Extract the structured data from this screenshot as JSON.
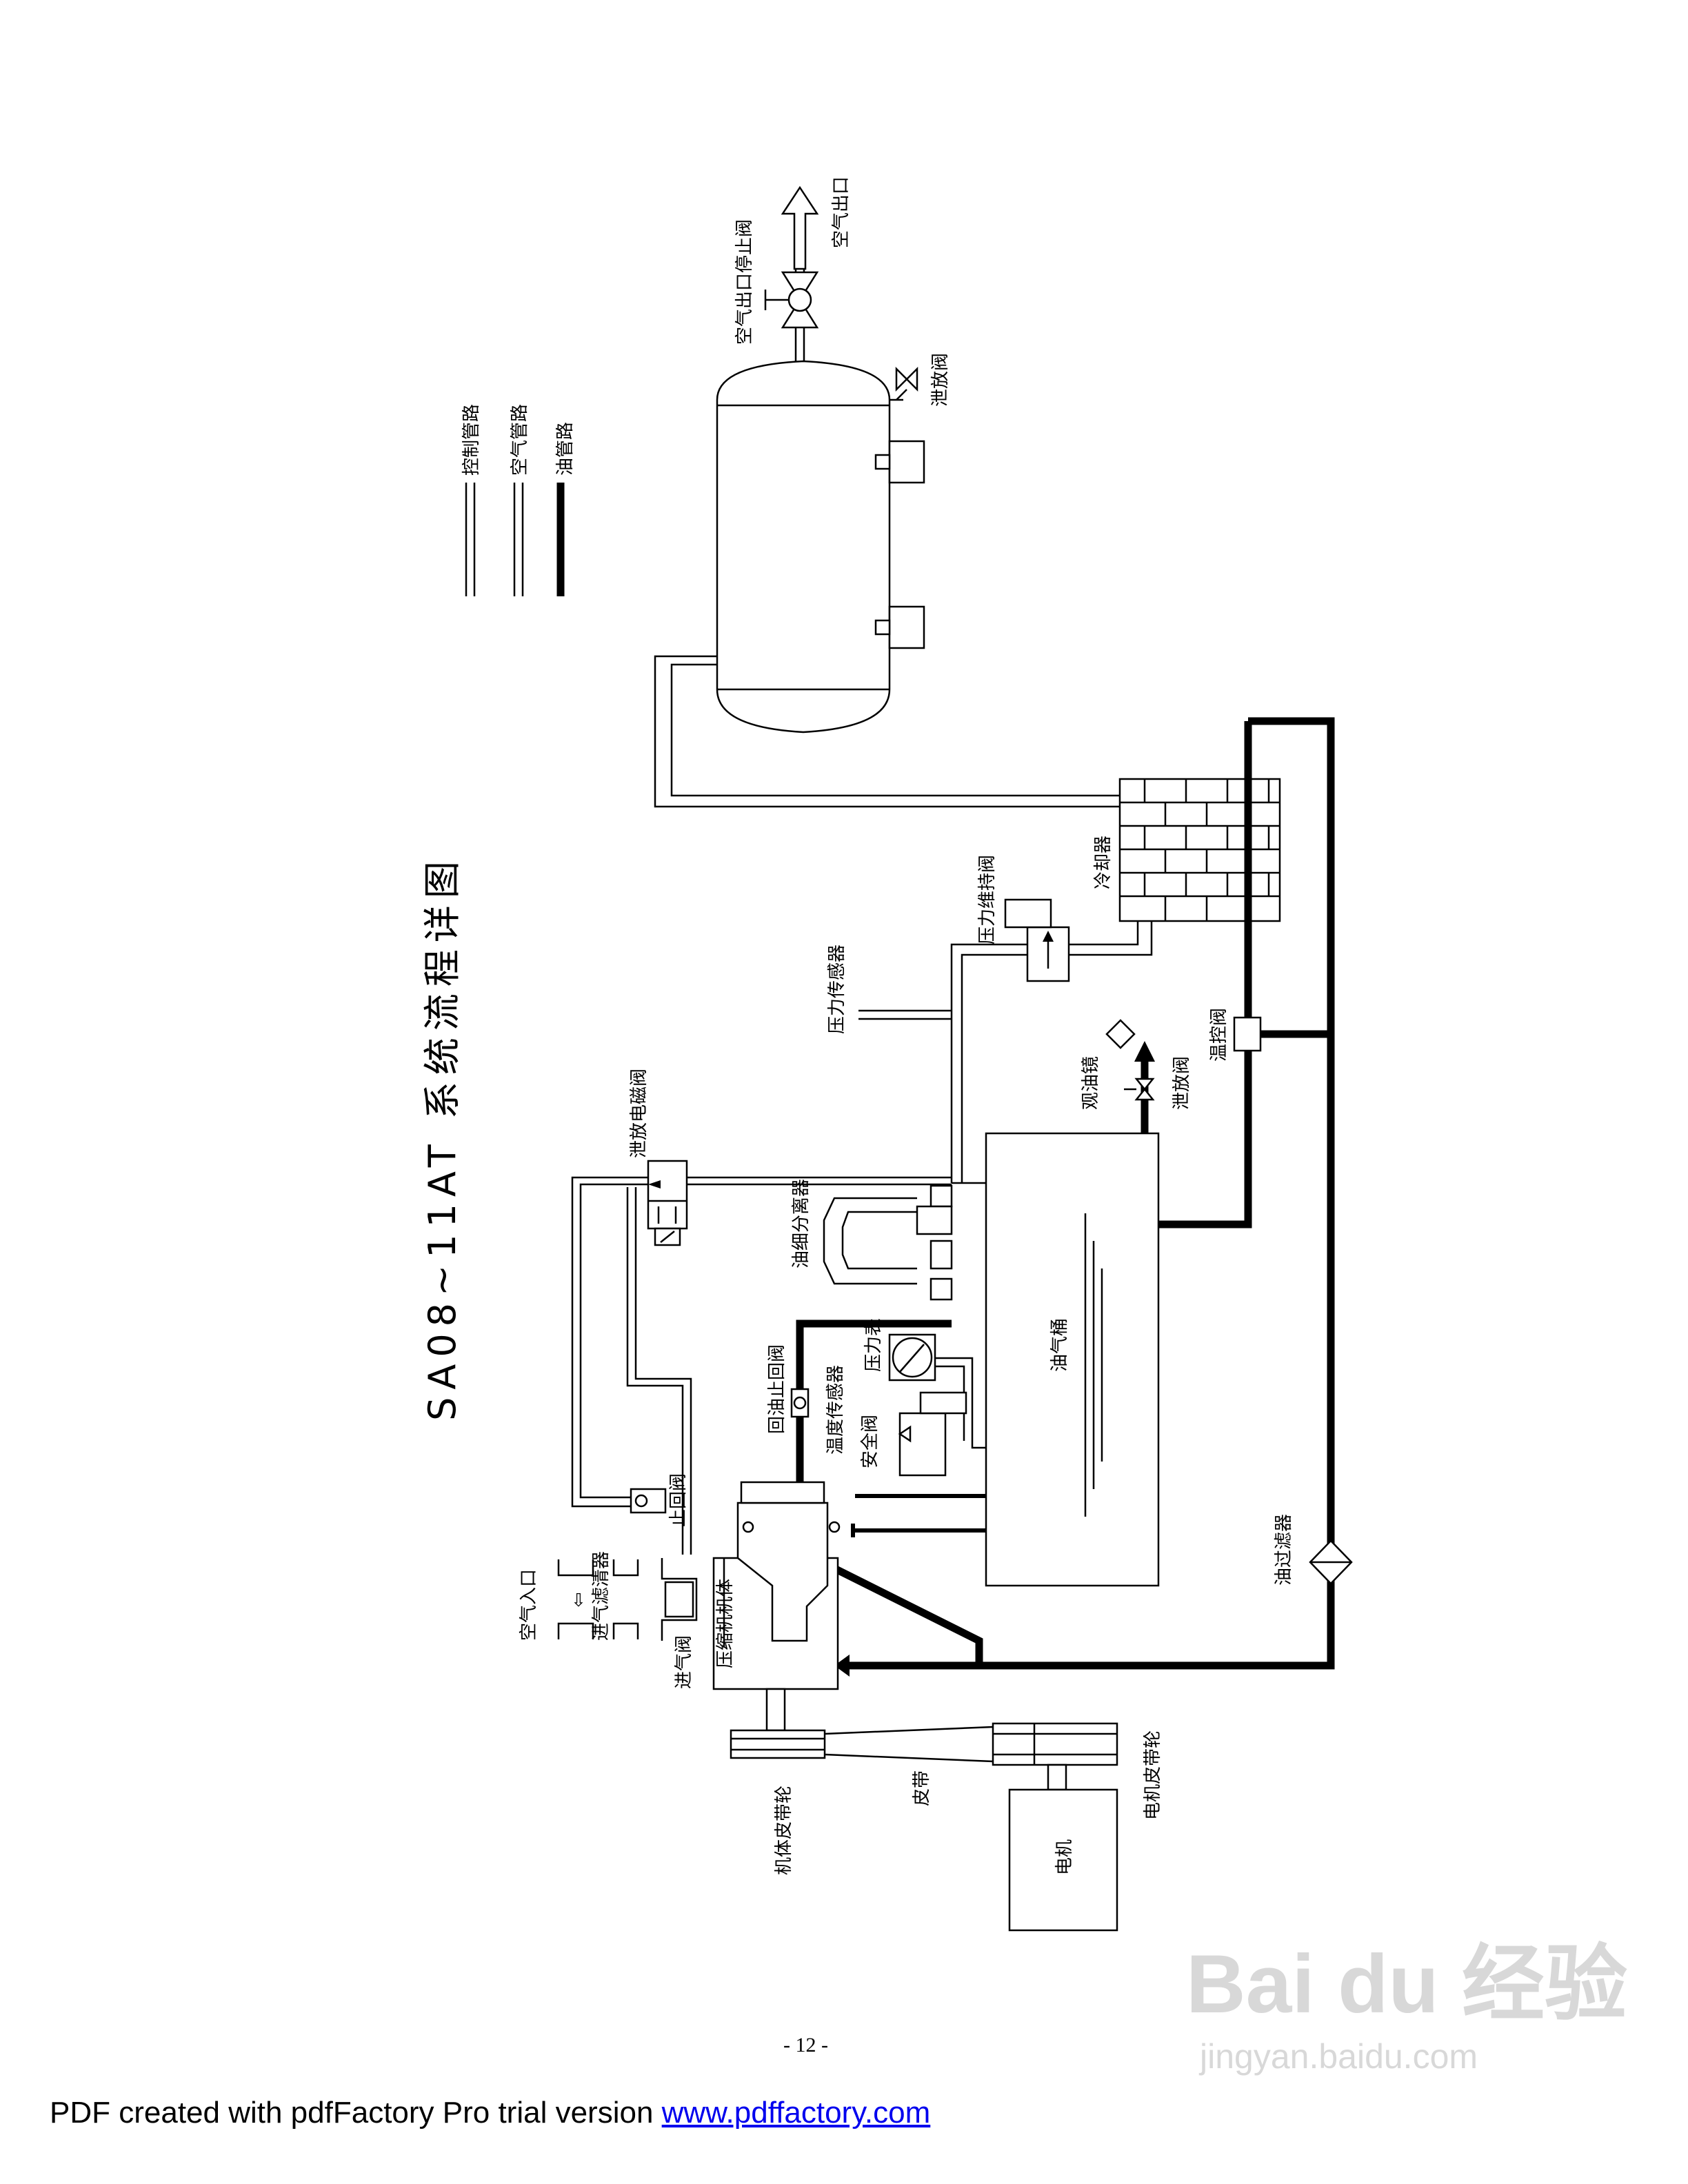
{
  "title": "SA08~11AT  系统流程详图",
  "legend": [
    {
      "label": "控制管路",
      "style": "double-thin"
    },
    {
      "label": "空气管路",
      "style": "double-thin"
    },
    {
      "label": "油管路",
      "style": "thick"
    }
  ],
  "labels": {
    "air_outlet": "空气出口",
    "air_outlet_stop_valve": "空气出口停止阀",
    "tank_drain_valve": "泄放阀",
    "cooler": "冷却器",
    "min_pressure_valve": "压力维持阀",
    "pressure_sensor": "压力传感器",
    "blowdown_solenoid": "泄放电磁阀",
    "oil_separator": "油细分离器",
    "sight_glass": "观油镜",
    "oil_drain_valve": "泄放阀",
    "thermostatic_valve": "温控阀",
    "oil_tank": "油气桶",
    "pressure_gauge": "压力表",
    "oil_return_check_valve": "回油止回阀",
    "temperature_sensor": "温度传感器",
    "safety_valve": "安全阀",
    "check_valve": "止回阀",
    "air_inlet": "空气入口",
    "intake_filter": "进气滤清器",
    "intake_valve": "进气阀",
    "compressor_body": "压缩机机体",
    "oil_filter": "油过滤器",
    "body_pulley": "机体皮带轮",
    "belt": "皮带",
    "motor_pulley": "电机皮带轮",
    "motor": "电机"
  },
  "page_number": "- 12 -",
  "footer": {
    "text": "PDF created with pdfFactory Pro trial version ",
    "link": "www.pdffactory.com"
  },
  "watermark": {
    "main": "Bai du 经验",
    "sub": "jingyan.baidu.com"
  }
}
